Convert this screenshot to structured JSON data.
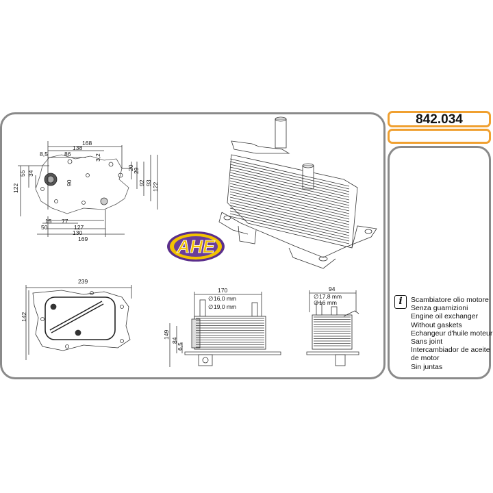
{
  "product": {
    "code": "842.034",
    "secondary_code": ""
  },
  "brand": {
    "logo_text": "AHE",
    "logo_fill": "#f2c200",
    "logo_ring": "#6a3d9a"
  },
  "colors": {
    "panel_border": "#8a8a8a",
    "accent_border": "#f0a030"
  },
  "info": {
    "icon": "info-icon",
    "icon_glyph": "i",
    "descriptions": [
      "Scambiatore olio motore",
      "Senza guarnizioni",
      "Engine oil exchanger",
      "Without gaskets",
      "Echangeur d'huile moteur",
      "Sans joint",
      "Intercambiador de aceite",
      "de motor",
      "Sin juntas"
    ]
  },
  "drawing": {
    "top_view_dims": {
      "d168": "168",
      "d138": "138",
      "d8_5": "8,5",
      "d86": "86",
      "d3_2": "3,2",
      "d20": "20",
      "d29": "29",
      "d55": "55",
      "d34": "34",
      "d90": "90",
      "d122_left": "122",
      "d92": "92",
      "d93": "93",
      "d122_right": "122",
      "d15": "15",
      "d77": "77",
      "d50": "50",
      "d127": "127",
      "d130": "130",
      "d169": "169"
    },
    "bottom_view_dims": {
      "d239": "239",
      "d142": "142"
    },
    "side_view_dims": {
      "d170": "170",
      "port1": "16,0 mm",
      "port2": "19,0 mm",
      "d149": "149",
      "d84": "84",
      "d6_5": "6,5"
    },
    "end_view_dims": {
      "d94": "94",
      "port1": "17,8 mm",
      "port2": "16 mm"
    },
    "diameter_symbol": "∅"
  }
}
